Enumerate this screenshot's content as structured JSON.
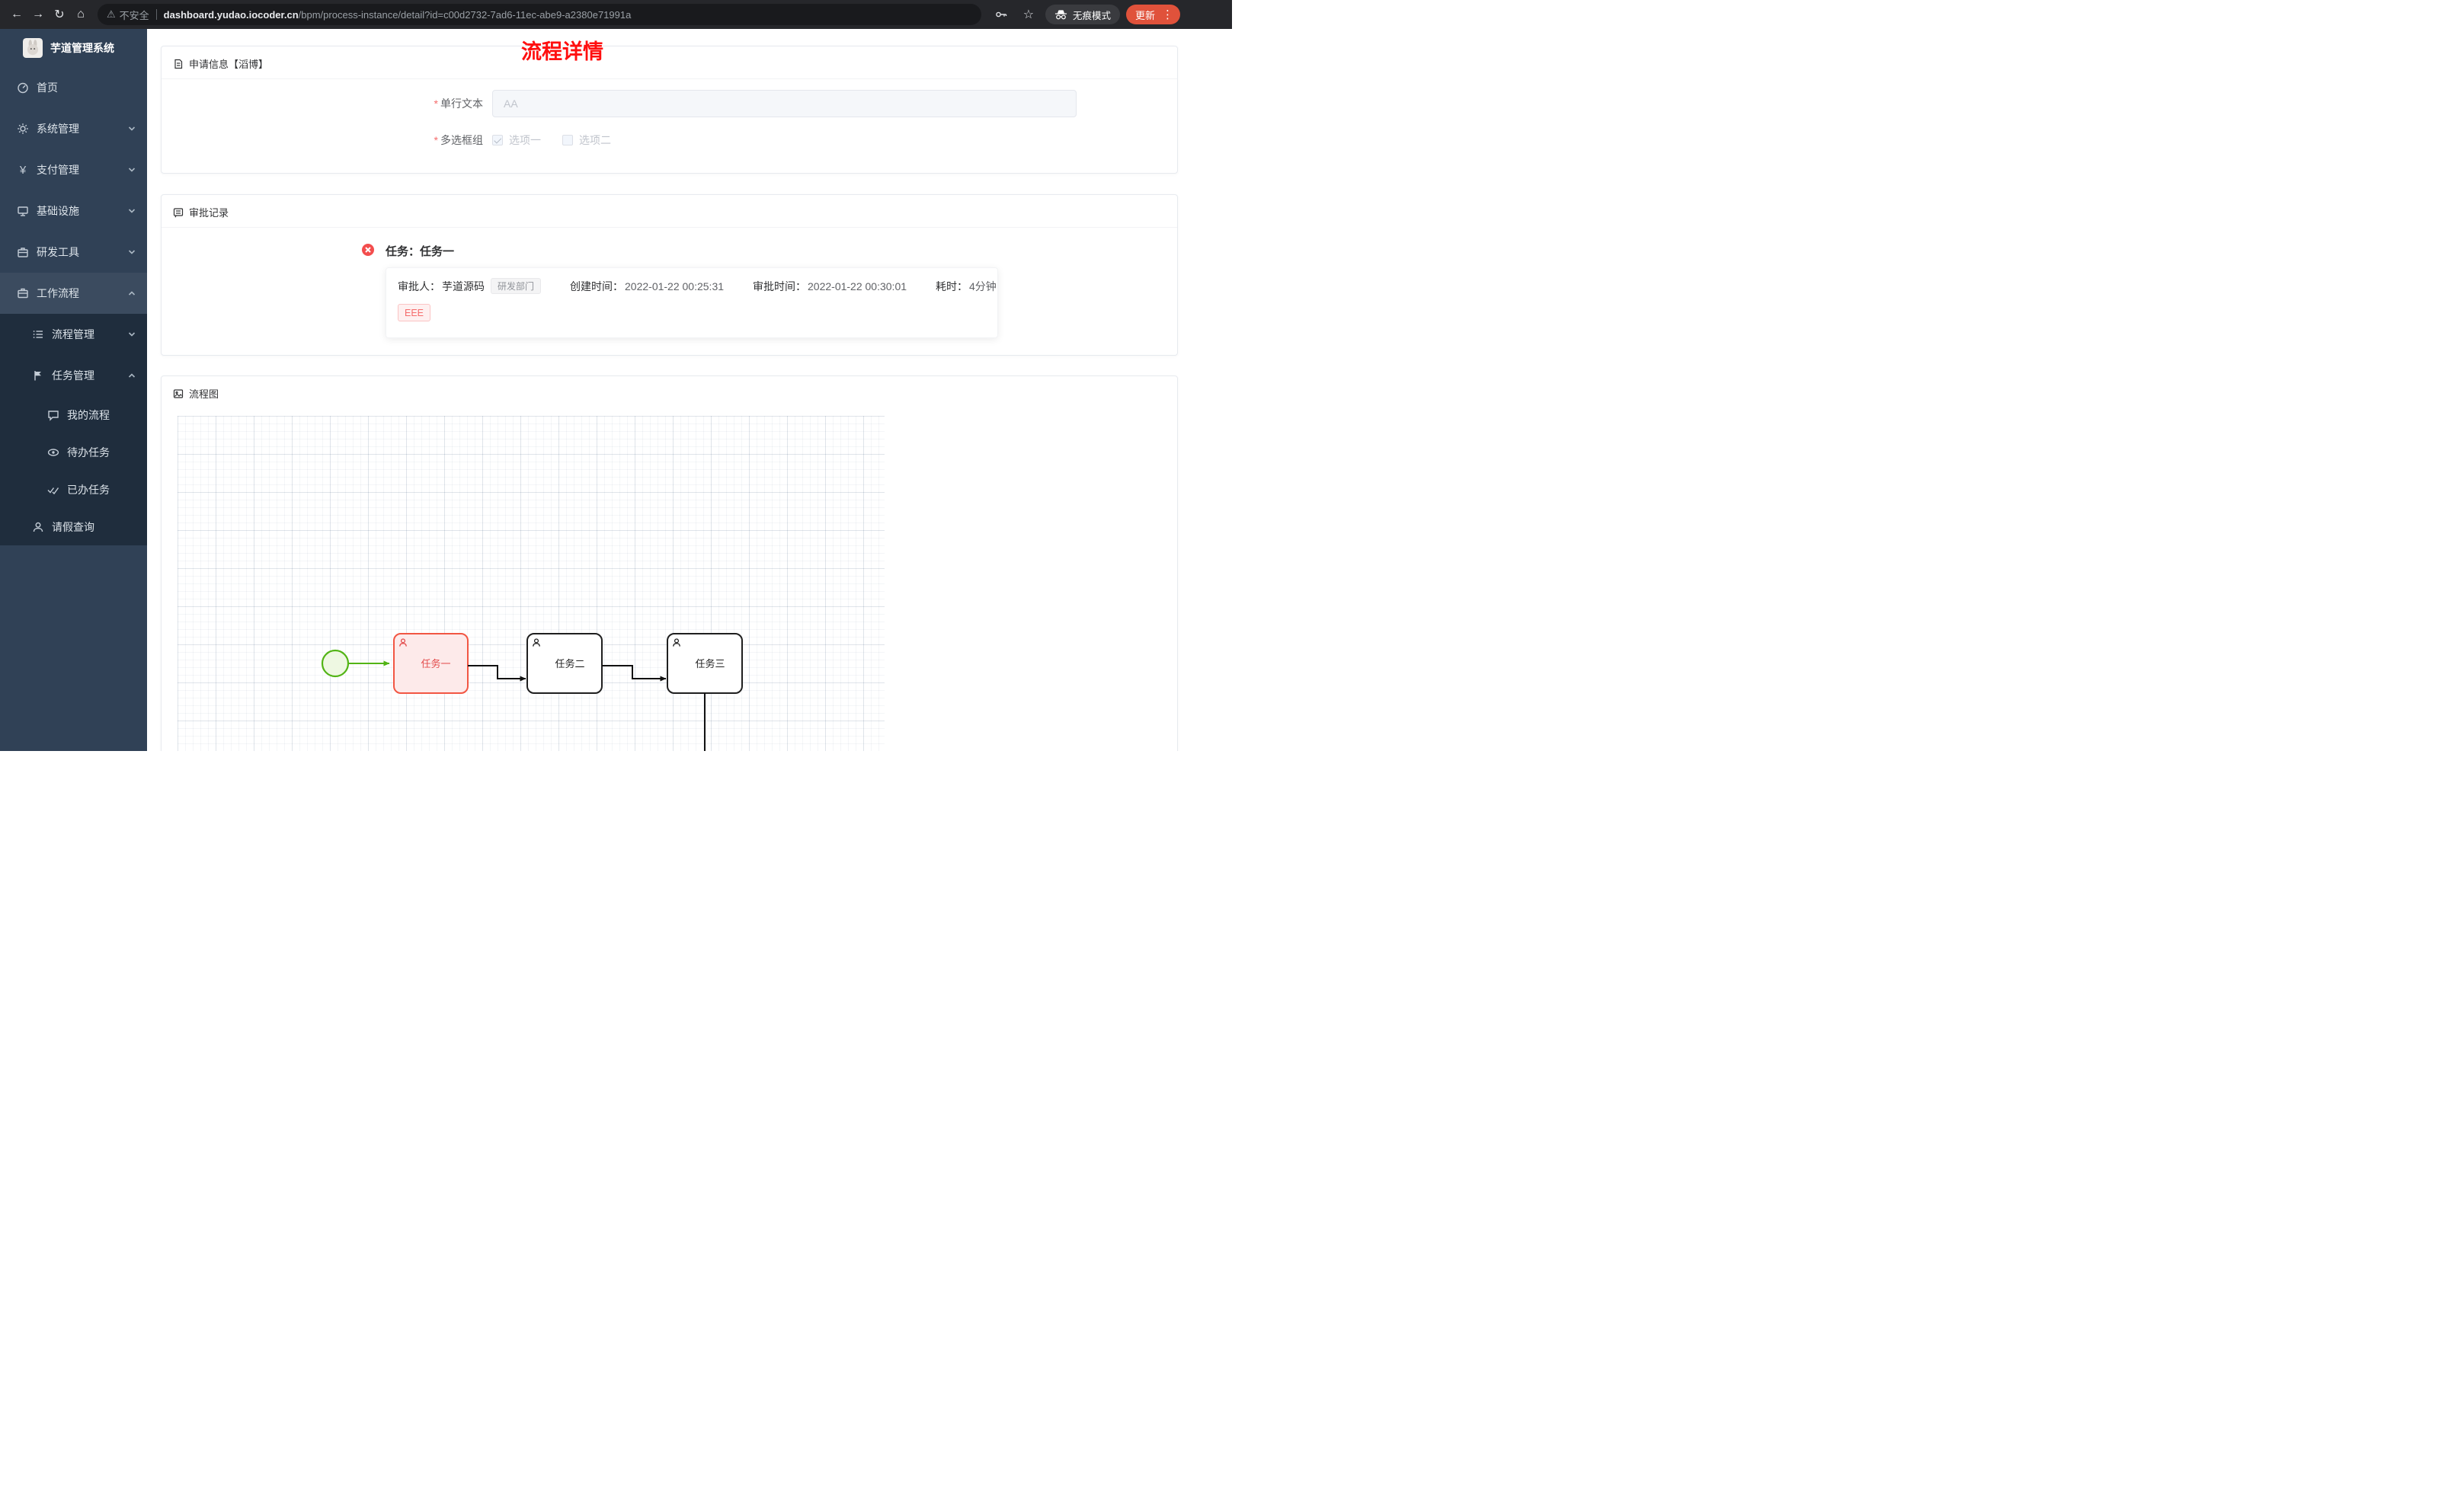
{
  "browser": {
    "security_label": "不安全",
    "url_domain": "dashboard.yudao.iocoder.cn",
    "url_path": "/bpm/process-instance/detail?id=c00d2732-7ad6-11ec-abe9-a2380e71991a",
    "incognito_label": "无痕模式",
    "update_label": "更新",
    "icons": {
      "back_glyph": "←",
      "forward_glyph": "→",
      "reload_glyph": "↻",
      "home_glyph": "⌂",
      "warning_glyph": "⚠",
      "star_glyph": "☆",
      "kebab_glyph": "⋮"
    }
  },
  "sidebar": {
    "logo_title": "芋道管理系统",
    "menu": [
      {
        "label": "首页"
      },
      {
        "label": "系统管理"
      },
      {
        "label": "支付管理"
      },
      {
        "label": "基础设施"
      },
      {
        "label": "研发工具"
      },
      {
        "label": "工作流程"
      },
      {
        "label": "流程管理"
      },
      {
        "label": "任务管理"
      },
      {
        "label": "我的流程"
      },
      {
        "label": "待办任务"
      },
      {
        "label": "已办任务"
      },
      {
        "label": "请假查询"
      }
    ]
  },
  "page": {
    "title": "流程详情",
    "title_color": "#ff0f0f"
  },
  "apply_card": {
    "title": "申请信息【滔博】",
    "required_mark": "*",
    "field_text": {
      "label": "单行文本",
      "value": "AA"
    },
    "field_checkbox": {
      "label": "多选框组",
      "option1": "选项一",
      "option2": "选项二"
    }
  },
  "approval_card": {
    "title": "审批记录",
    "task_title": "任务：任务一",
    "approver_label": "审批人：",
    "approver_name": "芋道源码",
    "approver_dept": "研发部门",
    "created_label": "创建时间：",
    "created_time": "2022-01-22 00:25:31",
    "approved_label": "审批时间：",
    "approved_time": "2022-01-22 00:30:01",
    "duration_label": "耗时：",
    "duration_value": "4分钟",
    "reason_tag": "EEE"
  },
  "diagram_card": {
    "title": "流程图",
    "nodes": [
      {
        "label": "任务一",
        "status": "rejected"
      },
      {
        "label": "任务二",
        "status": "default"
      },
      {
        "label": "任务三",
        "status": "default"
      }
    ],
    "colors": {
      "rejected_border": "#f25643",
      "rejected_fill": "#fdeaea",
      "rejected_text": "#e34d4d",
      "start_green": "#52b415",
      "sidebar_bg": "#304156",
      "submenu_bg": "#1f2d3d",
      "update_button": "#e0523b"
    }
  }
}
